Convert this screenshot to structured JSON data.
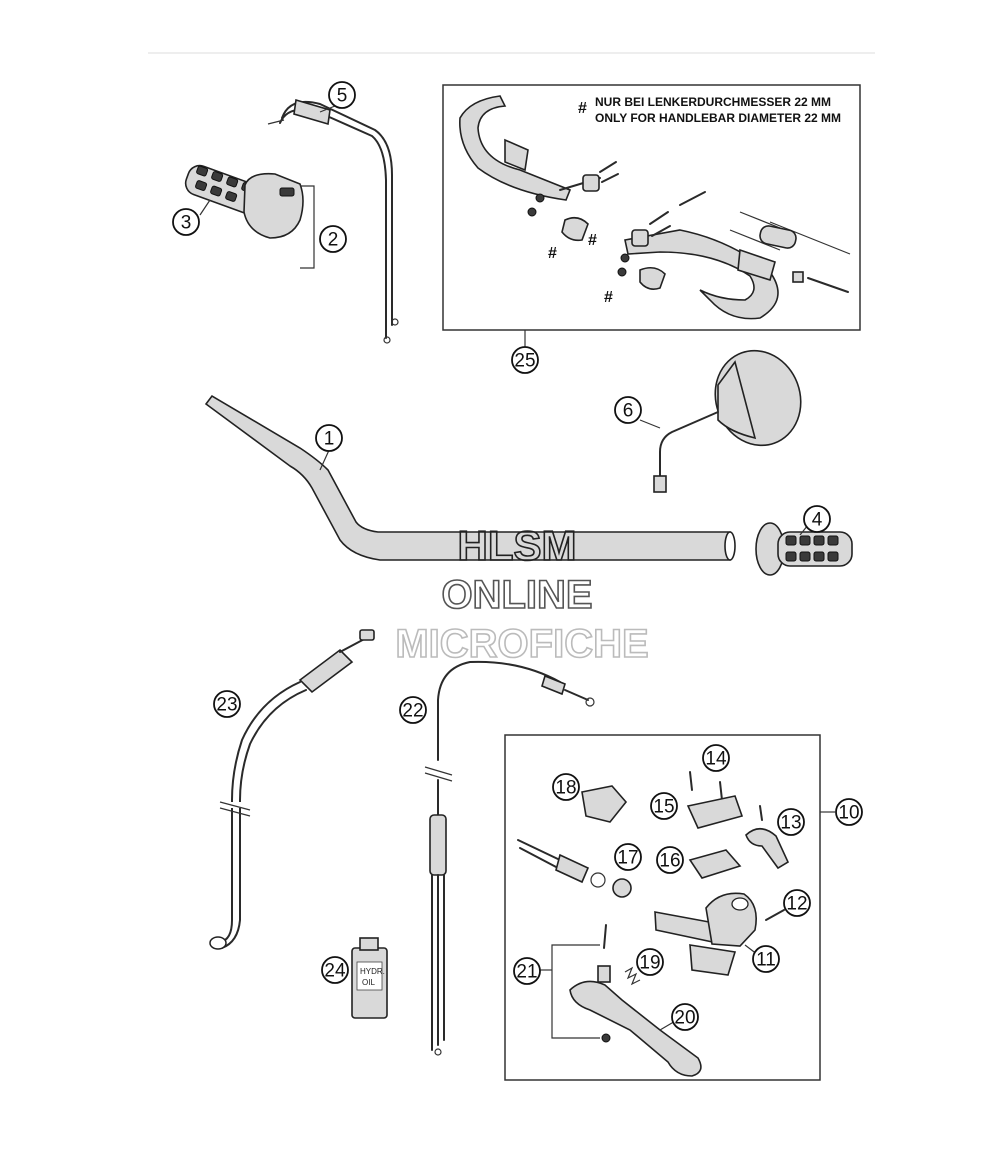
{
  "kit_note": {
    "marker": "#",
    "line_de": "NUR BEI LENKERDURCHMESSER 22 MM",
    "line_en": "ONLY FOR HANDLEBAR DIAMETER 22 MM"
  },
  "callouts": {
    "c1": "1",
    "c2": "2",
    "c3": "3",
    "c4": "4",
    "c5": "5",
    "c6": "6",
    "c10": "10",
    "c11": "11",
    "c12": "12",
    "c13": "13",
    "c14": "14",
    "c15": "15",
    "c16": "16",
    "c17": "17",
    "c18": "18",
    "c19": "19",
    "c20": "20",
    "c21": "21",
    "c22": "22",
    "c23": "23",
    "c24": "24",
    "c25": "25"
  },
  "hash_marks": [
    "#",
    "#",
    "#"
  ],
  "oil_label": [
    "HYDR.",
    "OIL"
  ],
  "watermark": {
    "line1": "HLSM",
    "line2": "ONLINE",
    "line3": "MICROFICHE",
    "color1": "#222222",
    "color2": "#555555",
    "color3": "#bbbbbb"
  }
}
